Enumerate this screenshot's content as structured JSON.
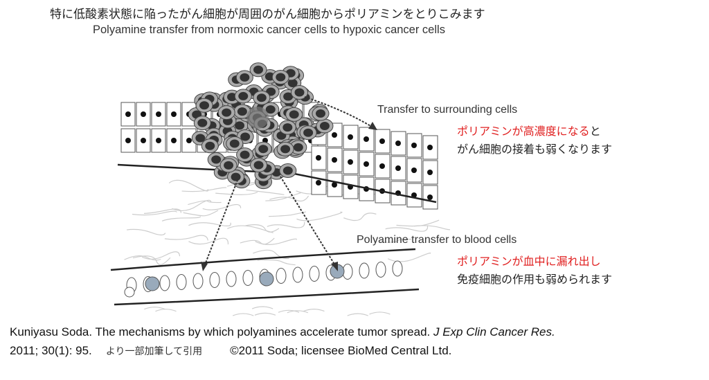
{
  "title_jp": "特に低酸素状態に陥ったがん細胞が周囲のがん細胞からポリアミンをとりこみます",
  "subtitle": "Polyamine transfer from normoxic cancer cells to hypoxic cancer cells",
  "diagram": {
    "label_surrounding": "Transfer to surrounding cells",
    "label_blood": "Polyamine transfer to blood cells"
  },
  "notes": {
    "adhesion_red": "ポリアミンが高濃度になる",
    "adhesion_red_suffix": "と",
    "adhesion_black": "がん細胞の接着も弱くなります",
    "blood_red": "ポリアミンが血中に漏れ出し",
    "blood_black": "免疫細胞の作用も弱められます"
  },
  "citation": {
    "line1_main": "Kuniyasu Soda. The mechanisms by which polyamines accelerate tumor spread. ",
    "line1_journal": "J Exp Clin Cancer Res.",
    "line2_ref": "2011; 30(1): 95.",
    "line2_jp": "より一部加筆して引用",
    "line2_copyright": "©2011 Soda; licensee BioMed Central Ltd."
  },
  "colors": {
    "accent_red": "#e02020"
  }
}
